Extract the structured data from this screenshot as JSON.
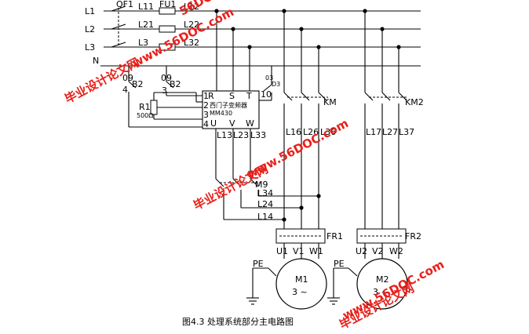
{
  "lines": {
    "l1": "L1",
    "l2": "L2",
    "l3": "L3",
    "n": "N",
    "qf1": "QF1",
    "fu1": "FU1",
    "l11": "L11",
    "l21": "L21",
    "l31": "L3",
    "l12": "L12",
    "l22": "L22",
    "l32": "L32"
  },
  "switches": {
    "b2a_num": "09",
    "b2a": "B2",
    "b2a_n": "4",
    "b2b_num": "09",
    "b2b": "B2",
    "b2b_n": "3",
    "d3_num": "03",
    "d3": "D3",
    "ten": "10"
  },
  "resistor": {
    "name": "R1",
    "value": "500Ω"
  },
  "inverter": {
    "r": "R",
    "s": "S",
    "t": "T",
    "u": "U",
    "v": "V",
    "w": "W",
    "p1": "1",
    "p2": "2",
    "p3": "3",
    "p4": "4",
    "name": "西门子变频器",
    "model": "MM430"
  },
  "outputs": {
    "l13": "L13",
    "l23": "L23",
    "l33": "L33",
    "l16": "L16",
    "l26": "L26",
    "l36": "L36",
    "l17": "L17",
    "l27": "L27",
    "l37": "L37"
  },
  "contactors": {
    "km1": "KM",
    "km2": "KM2",
    "m9": "M9"
  },
  "bus": {
    "l34": "L34",
    "l24": "L24",
    "l14": "L14"
  },
  "relays": {
    "fr1": "FR1",
    "fr2": "FR2"
  },
  "terminals": {
    "u1": "U1",
    "v1": "V1",
    "w1": "W1",
    "u2": "U2",
    "v2": "V2",
    "w2": "W2"
  },
  "motors": {
    "m1": "M1",
    "m2": "M2",
    "phase": "3 ~",
    "pe1": "PE",
    "pe2": "PE"
  },
  "caption": "图4.3 处理系统部分主电路图",
  "watermarks": {
    "cn1": "毕业设计论文网",
    "url1": "www.56DOC.com",
    "cn2": "毕业设计论文网",
    "url2": "www.56DOC.com",
    "cn3": "毕业设计论文网",
    "url3": "www.56DOC.com",
    "url_top": "56DOC"
  },
  "colors": {
    "line": "#000000",
    "watermark": "#e8201a"
  }
}
